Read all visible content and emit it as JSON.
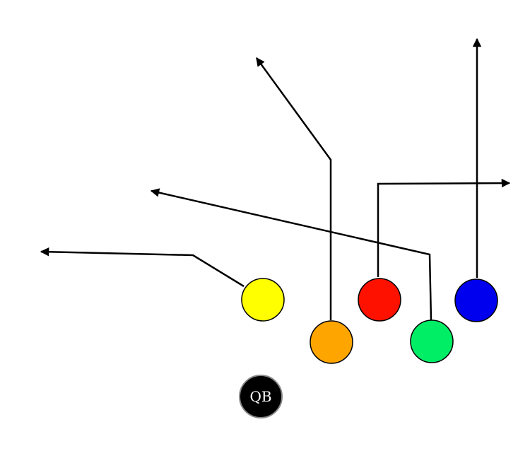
{
  "play": {
    "qb": {
      "label": "QB",
      "color": "#000000"
    },
    "players": [
      {
        "id": "yellow",
        "color": "#ffff00"
      },
      {
        "id": "orange",
        "color": "#ffa500"
      },
      {
        "id": "red",
        "color": "#ff1100"
      },
      {
        "id": "green",
        "color": "#00ee66"
      },
      {
        "id": "blue",
        "color": "#0000ee"
      }
    ],
    "routes": [
      {
        "player": "yellow",
        "direction": "left"
      },
      {
        "player": "orange",
        "direction": "up-left"
      },
      {
        "player": "red",
        "direction": "right"
      },
      {
        "player": "green",
        "direction": "left"
      },
      {
        "player": "blue",
        "direction": "up"
      }
    ]
  }
}
